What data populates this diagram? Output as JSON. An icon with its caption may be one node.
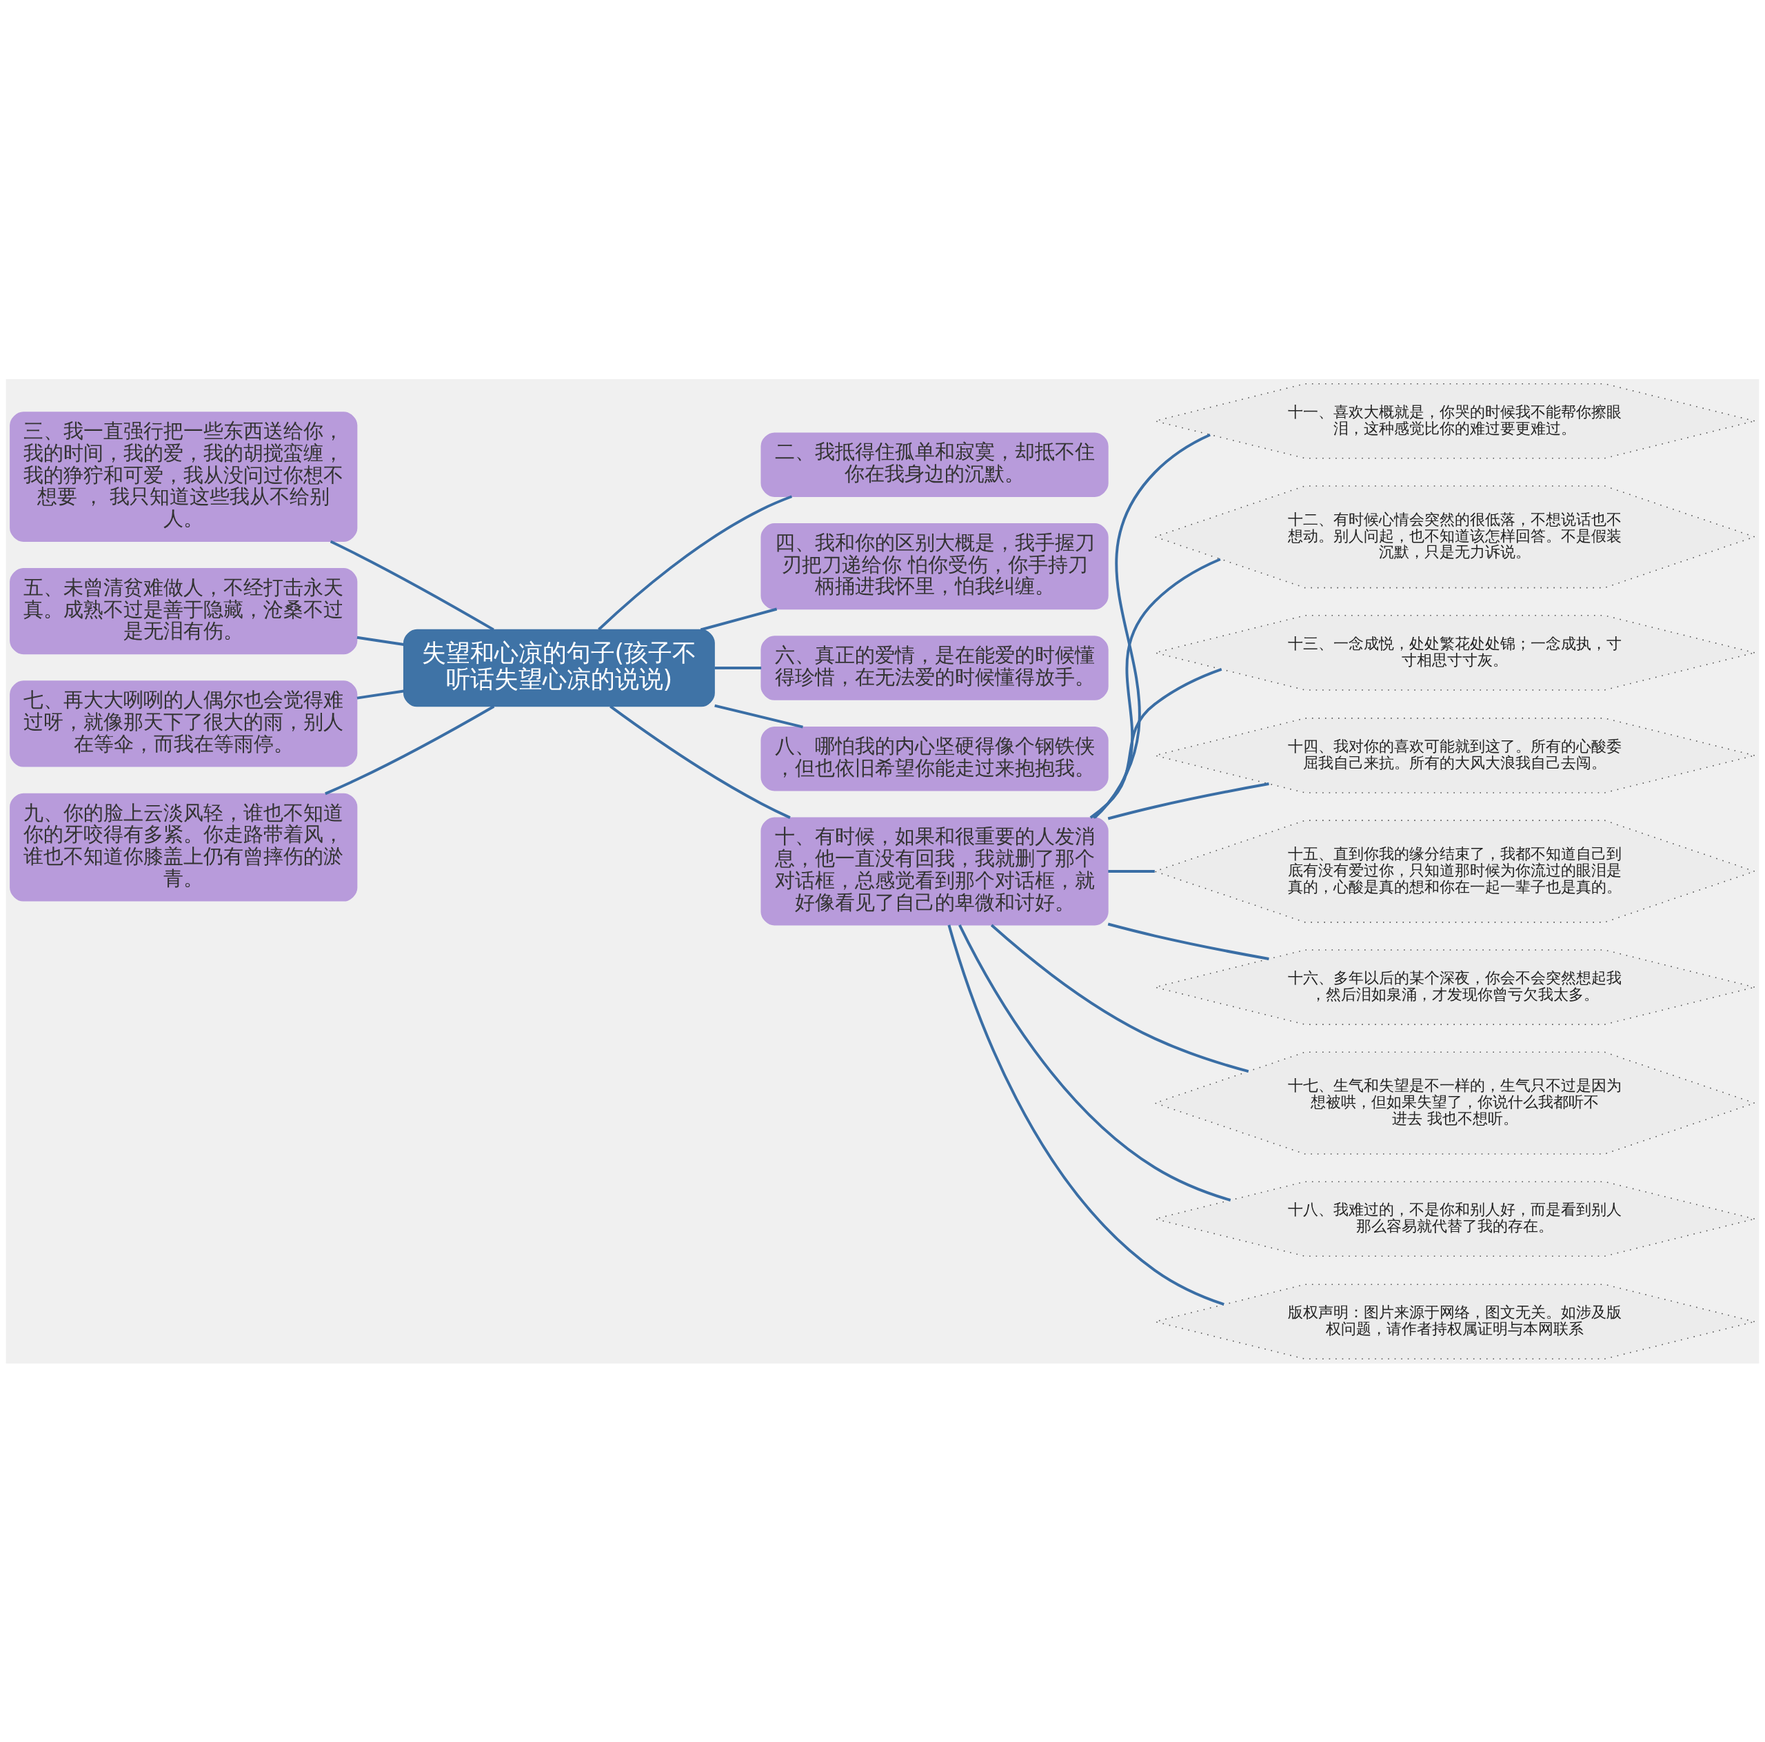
{
  "diagram": {
    "nodes": [
      {
        "text": [
          "失望和心凉的句子(孩子不听话失望心凉的说说)"
        ]
      },
      {
        "text": [
          "二、我抵得住孤单和寂寞，却抵不住你在我身边的沉默。"
        ]
      },
      {
        "text": [
          "四、我和你的区别大概是，我手握刀刃把刀递给你 怕你受伤，你手持刀柄捅进我怀里，怕我纠缠。"
        ]
      },
      {
        "text": [
          "六、真正的爱情，是在能爱的时候懂得珍惜，在无法爱的时候懂得放手。"
        ]
      },
      {
        "text": [
          "八、哪怕我的内心坚硬得像个钢铁侠，但也依旧希望你能走过来抱抱我。"
        ]
      },
      {
        "text": [
          "十、有时候，如果和很重要的人发消息，他一直没有回我，我就删了那个对话框，总感觉看到那个对话框，就好像看见了自己的卑微和讨好。"
        ]
      },
      {
        "text": [
          "十一、喜欢大概就是，你哭的时候我不能帮你擦眼泪，这种感觉比你的难过要更难过。"
        ]
      },
      {
        "text": [
          "十二、有时候心情会突然的很低落，不想说话也不想动。别人问起，也不知道该怎样回答。不是假装沉默，只是无力诉说。"
        ]
      },
      {
        "text": [
          "十三、一念成悦，处处繁花处处锦；一念成执，寸寸相思寸寸灰。"
        ]
      },
      {
        "text": [
          "十四、我对你的喜欢可能就到这了。所有的心酸委屈我自己来抗。所有的大风大浪我自己去闯。"
        ]
      },
      {
        "text": [
          "十五、直到你我的缘分结束了，我都不知道自己到底有没有爱过你，只知道那时候为你流过的眼泪是真的，心酸是真的想和你在一起一辈子也是真的。"
        ]
      },
      {
        "text": [
          "十六、多年以后的某个深夜，你会不会突然想起我，然后泪如泉涌，才发现你曾亏欠我太多。"
        ]
      },
      {
        "text": [
          "十七、生气和失望是不一样的，生气只不过是因为想被哄，但如果失望了，你说什么我都听不进去 我也不想听。"
        ]
      },
      {
        "text": [
          "十八、我难过的，不是你和别人好，而是看到别人那么容易就代替了我的存在。"
        ]
      },
      {
        "text": [
          "版权声明：图片来源于网络，图文无关。如涉及版权问题，请作者持权属证明与本网联系"
        ]
      },
      {
        "text": [
          "三、我一直强行把一些东西送给你，我的时间，我的爱，我的胡搅蛮缠，我的狰狞和可爱，我从没问过你想不想要 ， 我只知道这些我从不给别人。"
        ]
      },
      {
        "text": [
          "五、未曾清贫难做人，不经打击永天真。成熟不过是善于隐藏，沧桑不过是无泪有伤。"
        ]
      },
      {
        "text": [
          "七、再大大咧咧的人偶尔也会觉得难过呀，就像那天下了很大的雨，别人在等伞，而我在等雨停。"
        ]
      },
      {
        "text": [
          "九、你的脸上云淡风轻，谁也不知道你的牙咬得有多紧。你走路带着风，谁也不知道你膝盖上仍有曾摔伤的淤青。"
        ]
      }
    ],
    "edges": [
      {
        "from": 0,
        "to": 1,
        "arrow": "none"
      },
      {
        "from": 0,
        "to": 2,
        "arrow": "none"
      },
      {
        "from": 0,
        "to": 3,
        "arrow": "none"
      },
      {
        "from": 0,
        "to": 4,
        "arrow": "none"
      },
      {
        "from": 0,
        "to": 5,
        "arrow": "none"
      },
      {
        "from": 5,
        "to": 6,
        "arrow": "none"
      },
      {
        "from": 5,
        "to": 7,
        "arrow": "none"
      },
      {
        "from": 5,
        "to": 8,
        "arrow": "none"
      },
      {
        "from": 5,
        "to": 9,
        "arrow": "none"
      },
      {
        "from": 5,
        "to": 10,
        "arrow": "none"
      },
      {
        "from": 5,
        "to": 11,
        "arrow": "none"
      },
      {
        "from": 5,
        "to": 12,
        "arrow": "none"
      },
      {
        "from": 5,
        "to": 13,
        "arrow": "none"
      },
      {
        "from": 5,
        "to": 14,
        "arrow": "none"
      },
      {
        "from": 0,
        "to": 15,
        "arrow": "none"
      },
      {
        "from": 0,
        "to": 16,
        "arrow": "none"
      },
      {
        "from": 0,
        "to": 17,
        "arrow": "none"
      },
      {
        "from": 0,
        "to": 18,
        "arrow": "none"
      }
    ]
  }
}
